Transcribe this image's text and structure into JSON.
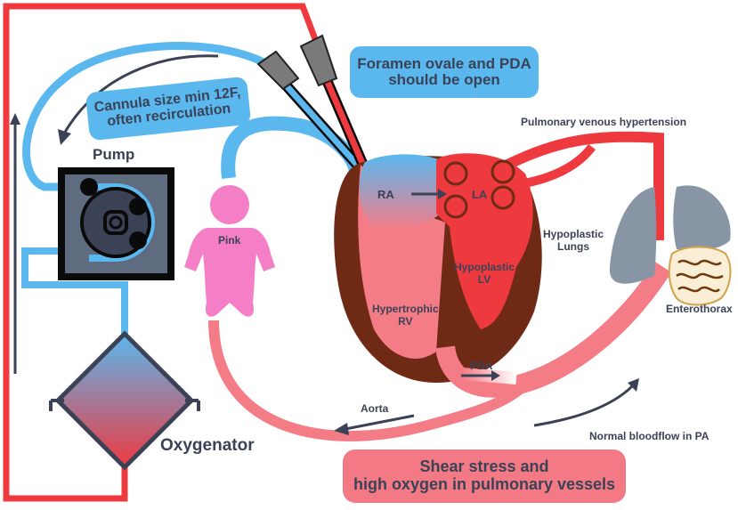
{
  "colors": {
    "deoxygenated": "#5ab8ef",
    "oxygenated": "#ee3a3f",
    "mixed": "#f47c86",
    "heart_wall": "#6e2a14",
    "text": "#3b4256",
    "baby": "#f57fc7",
    "lung": "#8795a4"
  },
  "labels": {
    "pump": "Pump",
    "oxygenator": "Oxygenator",
    "pink": "Pink",
    "ra": "RA",
    "la": "LA",
    "hypoplastic_lv": [
      "Hypoplastic",
      "LV"
    ],
    "hypertrophic_rv": [
      "Hypertrophic",
      "RV"
    ],
    "pda": "PDA",
    "aorta": "Aorta",
    "pulmonary_venous_hypertension": "Pulmonary venous hypertension",
    "hypoplastic_lungs": [
      "Hypoplastic",
      "Lungs"
    ],
    "enterothorax": "Enterothorax",
    "normal_bloodflow": "Normal bloodflow in PA"
  },
  "callouts": {
    "cannula": [
      "Cannula size min 12F,",
      "often recirculation"
    ],
    "foramen": [
      "Foramen ovale and PDA",
      "should be open"
    ],
    "shear": [
      "Shear stress and",
      "high oxygen in pulmonary vessels"
    ]
  },
  "icons": [
    "pump-icon",
    "oxygenator-icon",
    "baby-icon",
    "heart-icon",
    "lungs-icon",
    "intestine-icon",
    "cannula-icon",
    "arrow-icon"
  ]
}
